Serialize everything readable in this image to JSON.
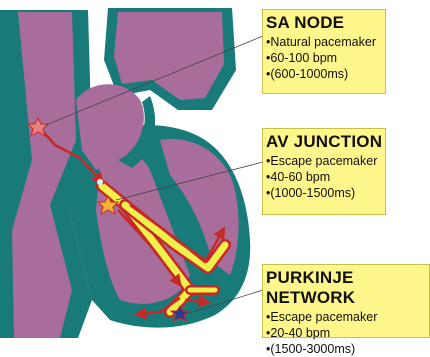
{
  "callouts": {
    "sa_node": {
      "title": "SA NODE",
      "lines": [
        "•Natural pacemaker",
        "•60-100 bpm",
        "•(600-1000ms)"
      ]
    },
    "av_junction": {
      "title": "AV JUNCTION",
      "lines": [
        "•Escape pacemaker",
        "•40-60 bpm",
        "•(1000-1500ms)"
      ]
    },
    "purkinje": {
      "title": "PURKINJE NETWORK",
      "lines": [
        "•Escape pacemaker",
        "•20-40 bpm",
        "•(1500-3000ms)"
      ]
    }
  },
  "colors": {
    "heart_chamber": "#a86d9b",
    "heart_wall": "#197a7a",
    "conduction_path": "#f0f04a",
    "signal_arrow": "#c62828",
    "callout_fill": "#fff68c"
  }
}
